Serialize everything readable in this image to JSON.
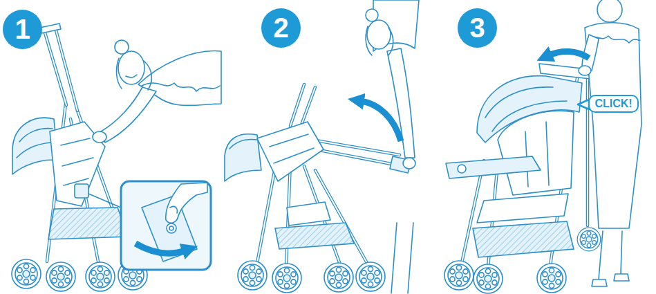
{
  "diagram": {
    "nodes": [
      {
        "text": [
          "1"
        ]
      },
      {
        "text": [
          "2"
        ]
      },
      {
        "text": [
          "3"
        ]
      },
      {
        "text": [
          "CLICK!"
        ]
      }
    ]
  }
}
